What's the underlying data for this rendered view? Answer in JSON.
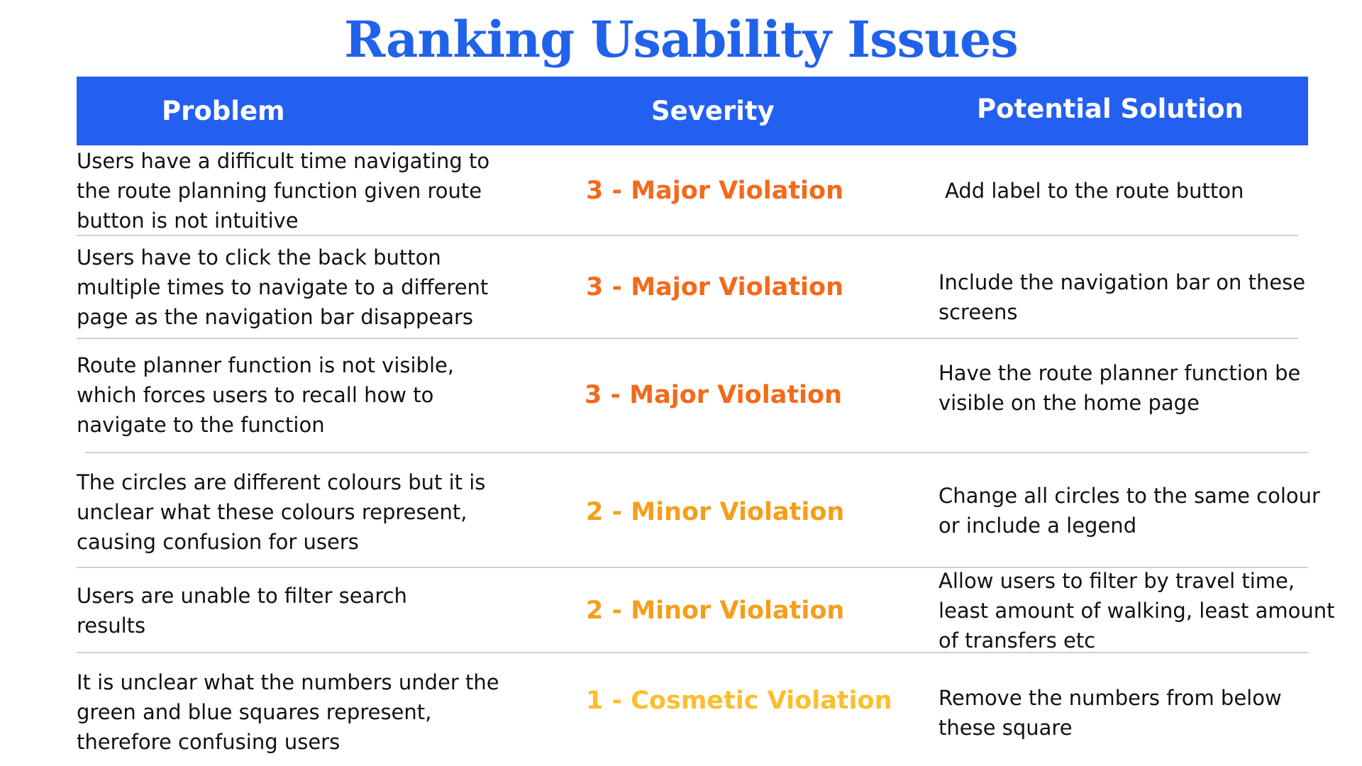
{
  "title": "Ranking Usability Issues",
  "table": {
    "headers": {
      "problem": "Problem",
      "severity": "Severity",
      "solution": "Potential Solution"
    },
    "rows": [
      {
        "problem": "Users have a difficult time navigating to the route planning function given route button is not intuitive",
        "severity": "3 - Major Violation",
        "solution": "Add label to the route button"
      },
      {
        "problem": "Users have to click the back button multiple times to navigate to a different page as the navigation bar disappears",
        "severity": "3 - Major Violation",
        "solution": "Include the navigation bar on these screens"
      },
      {
        "problem": "Route planner function is not visible, which forces users to recall how to navigate to the function",
        "severity": "3 - Major Violation",
        "solution": "Have the route planner function be visible on the home page"
      },
      {
        "problem": "The circles are different colours but it is unclear what these colours represent, causing confusion for users",
        "severity": "2 - Minor Violation",
        "solution": "Change all circles to the same colour or include a legend"
      },
      {
        "problem": "Users are unable to filter search results",
        "severity": "2 - Minor Violation",
        "solution": "Allow users to filter by travel time, least amount of walking, least amount of transfers etc"
      },
      {
        "problem": "It is unclear what the numbers under the green and blue squares represent, therefore confusing users",
        "severity": "1 - Cosmetic Violation",
        "solution": "Remove the numbers from below these square"
      }
    ]
  },
  "colors": {
    "title": "#2162ea",
    "header_background": "#2360f1",
    "header_text": "#ffffff",
    "severity_major": "#f26a1b",
    "severity_minor": "#f59e1c",
    "severity_cosmetic": "#fbbf2e",
    "divider": "#cfcfcf"
  }
}
